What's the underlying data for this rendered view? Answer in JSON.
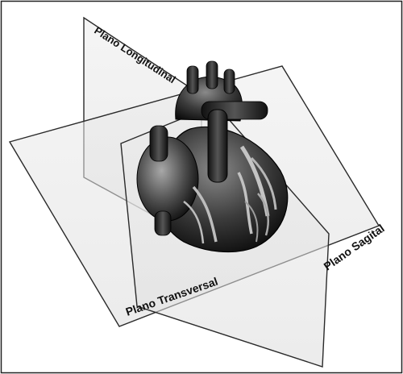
{
  "labels": {
    "longitudinal": "Plano Longitudinal",
    "transversal": "Plano Transversal",
    "sagital": "Plano Sagital"
  },
  "colors": {
    "plane_fill": "#e6e6e6",
    "plane_edge": "#2a2a2a",
    "heart_dark": "#1a1a1a",
    "heart_mid": "#5a5a5a",
    "vessel_light": "#bdbdbd",
    "frame": "#222222"
  },
  "icons": {
    "heart": "heart-illustration"
  }
}
